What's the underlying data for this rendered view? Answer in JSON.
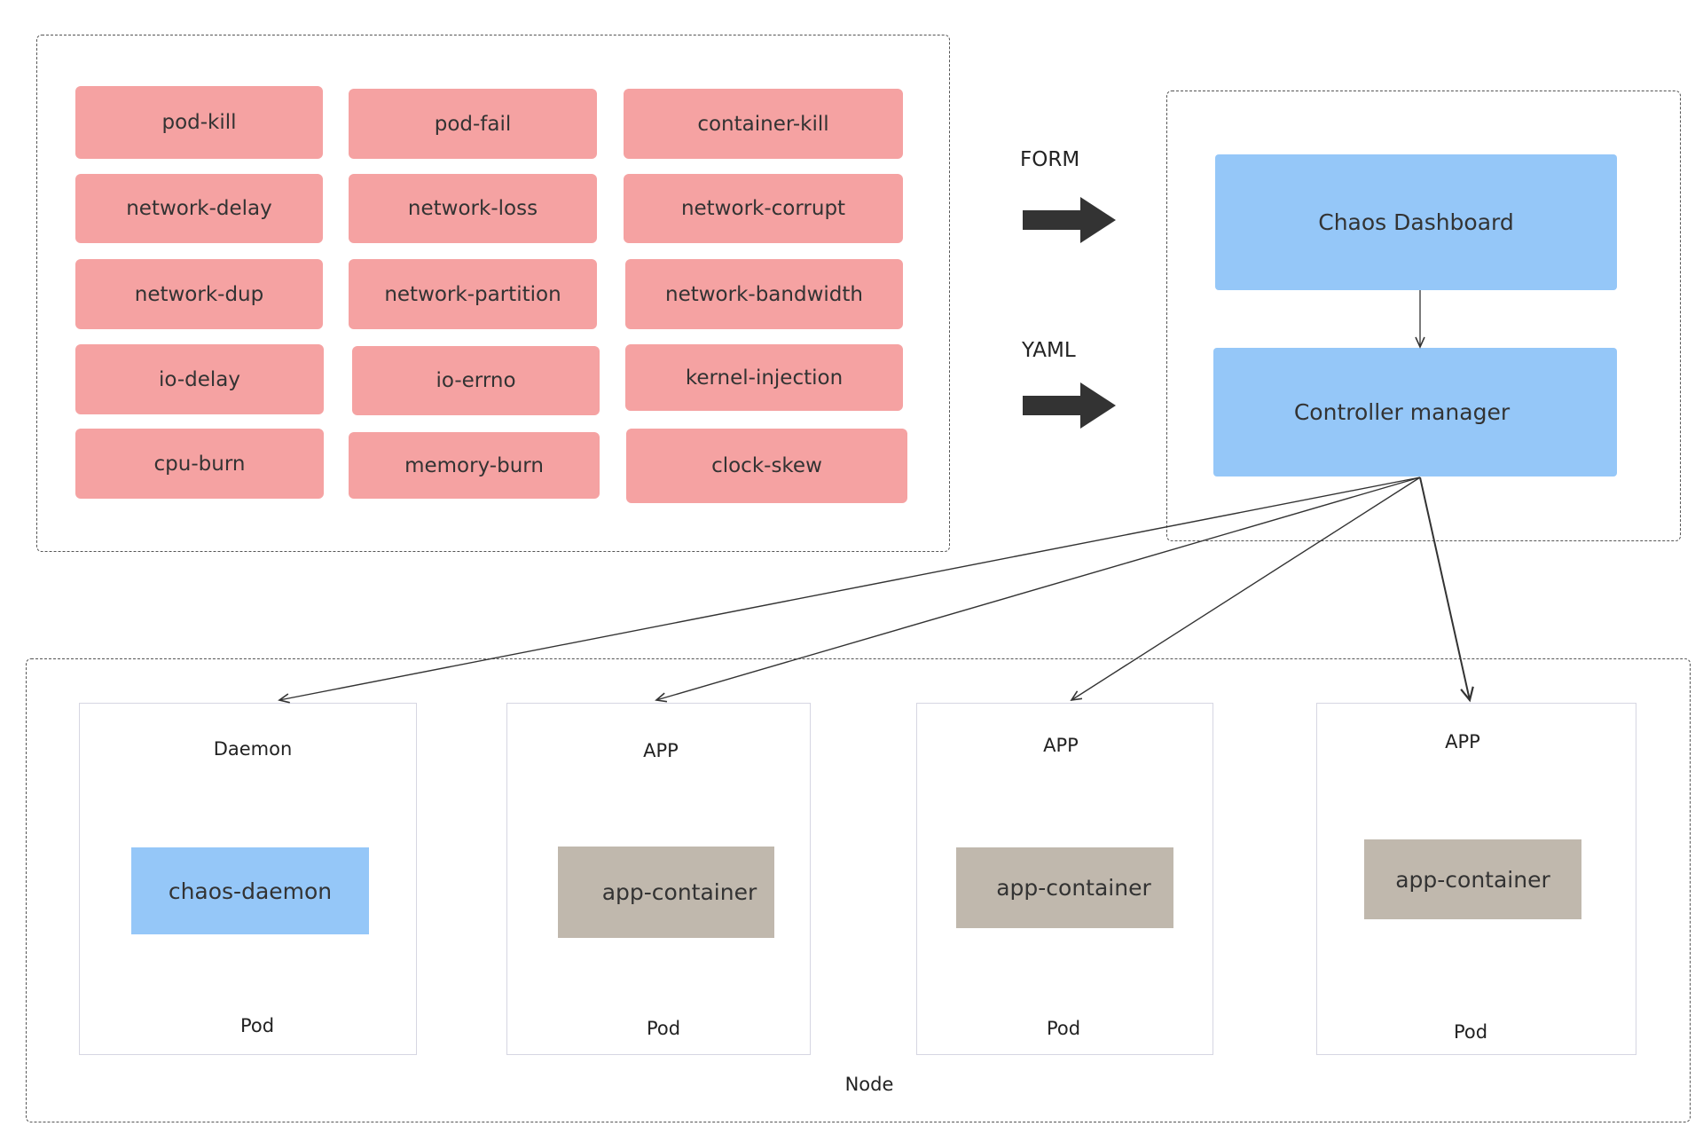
{
  "experiments": [
    [
      "pod-kill",
      "pod-fail",
      "container-kill"
    ],
    [
      "network-delay",
      "network-loss",
      "network-corrupt"
    ],
    [
      "network-dup",
      "network-partition",
      "network-bandwidth"
    ],
    [
      "io-delay",
      "io-errno",
      "kernel-injection"
    ],
    [
      "cpu-burn",
      "memory-burn",
      "clock-skew"
    ]
  ],
  "inputs": {
    "form": "FORM",
    "yaml": "YAML"
  },
  "control": {
    "dashboard": "Chaos Dashboard",
    "controller": "Controller manager"
  },
  "node": {
    "label": "Node",
    "pods": [
      {
        "title": "Daemon",
        "container": "chaos-daemon",
        "footer": "Pod"
      },
      {
        "title": "APP",
        "container": "app-container",
        "footer": "Pod"
      },
      {
        "title": "APP",
        "container": "app-container",
        "footer": "Pod"
      },
      {
        "title": "APP",
        "container": "app-container",
        "footer": "Pod"
      }
    ]
  },
  "colors": {
    "experiment_chip": "#f5a2a2",
    "control_box": "#95c7f8",
    "daemon_container": "#95c7f8",
    "app_container": "#c0b8ad",
    "arrow": "#333333"
  }
}
